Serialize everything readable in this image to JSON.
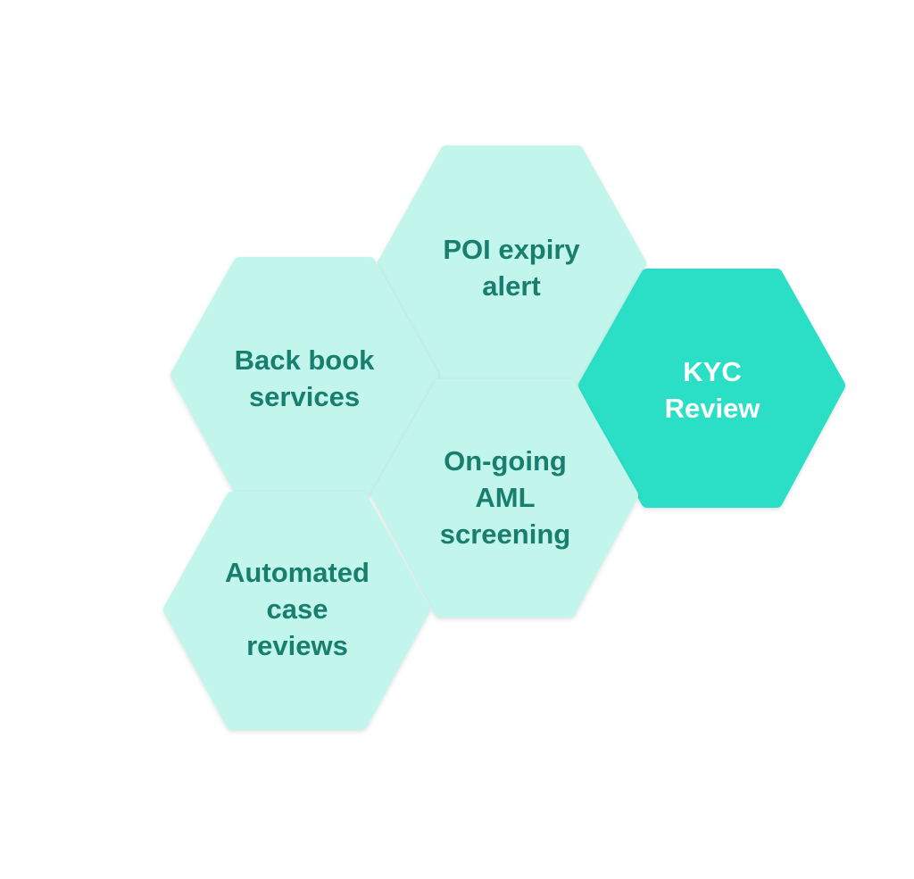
{
  "colors": {
    "light_hex": "#c2f5ec",
    "accent_hex": "#29dfc5",
    "light_text": "#187f6f",
    "accent_text": "#ffffff"
  },
  "hexagons": [
    {
      "label": "POI expiry\nalert",
      "style": "light"
    },
    {
      "label": "Back book\nservices",
      "style": "light"
    },
    {
      "label": "KYC\nReview",
      "style": "accent"
    },
    {
      "label": "On-going\nAML\nscreening",
      "style": "light"
    },
    {
      "label": "Automated\ncase\nreviews",
      "style": "light"
    }
  ]
}
